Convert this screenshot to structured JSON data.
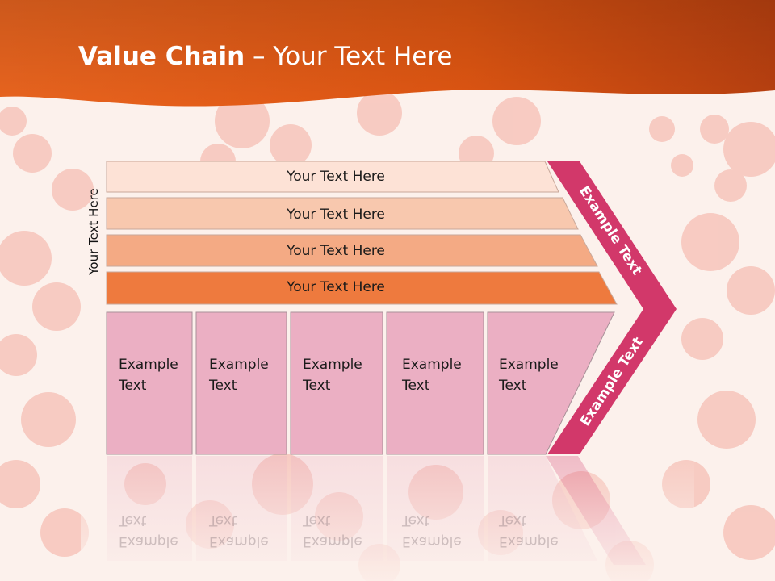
{
  "slide": {
    "title_bold": "Value Chain",
    "title_rest": " – Your Text Here",
    "vertical_label": "Your Text Here"
  },
  "bars": [
    {
      "label": "Your Text Here",
      "color": "#fde2d6"
    },
    {
      "label": "Your Text Here",
      "color": "#f8c8ae"
    },
    {
      "label": "Your Text Here",
      "color": "#f4aa84"
    },
    {
      "label": "Your Text Here",
      "color": "#ee7a3e"
    }
  ],
  "boxes": [
    {
      "line1": "Example",
      "line2": "Text"
    },
    {
      "line1": "Example",
      "line2": "Text"
    },
    {
      "line1": "Example",
      "line2": "Text"
    },
    {
      "line1": "Example",
      "line2": "Text"
    },
    {
      "line1": "Example",
      "line2": "Text"
    }
  ],
  "chevron": {
    "upper_text": "Example Text",
    "lower_text": "Example Text",
    "color": "#d2386a"
  },
  "colors": {
    "header": "#e0581c",
    "box_fill": "#ebafc3",
    "box_border": "#a89098"
  }
}
